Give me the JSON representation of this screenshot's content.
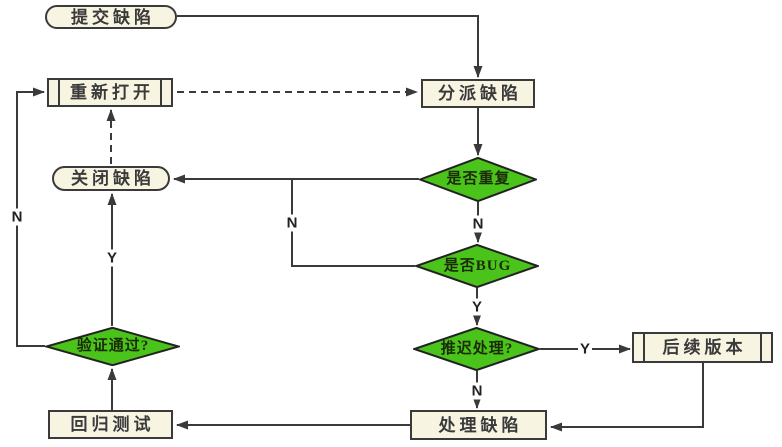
{
  "diagram": {
    "type": "flowchart",
    "title": "defect-lifecycle-workflow",
    "background": "#ffffff",
    "colors": {
      "node_fill": "#f7f4e2",
      "node_border": "#3a3a3a",
      "diamond_fill": "#4ac31b",
      "diamond_border": "#222222",
      "line": "#3a3a3a",
      "text": "#3a3a3a",
      "diamond_text": "#1c2a08"
    },
    "nodes": {
      "submit": {
        "label": "提交缺陷",
        "shape": "stadium"
      },
      "reopen": {
        "label": "重新打开",
        "shape": "subroutine"
      },
      "assign": {
        "label": "分派缺陷",
        "shape": "rect"
      },
      "close": {
        "label": "关闭缺陷",
        "shape": "stadium"
      },
      "is_duplicate": {
        "label": "是否重复",
        "shape": "diamond"
      },
      "is_bug": {
        "label": "是否BUG",
        "shape": "diamond"
      },
      "verify": {
        "label": "验证通过?",
        "shape": "diamond"
      },
      "defer": {
        "label": "推迟处理?",
        "shape": "diamond"
      },
      "future": {
        "label": "后续版本",
        "shape": "subroutine"
      },
      "handle": {
        "label": "处理缺陷",
        "shape": "rect"
      },
      "regression": {
        "label": "回归测试",
        "shape": "rect"
      }
    },
    "edge_labels": {
      "dup_no": "N",
      "bug_no": "N",
      "bug_yes": "Y",
      "defer_yes": "Y",
      "defer_no": "N",
      "verify_yes": "Y",
      "verify_no": "N"
    },
    "edges": [
      {
        "from": "submit",
        "to": "assign",
        "label": "",
        "style": "solid"
      },
      {
        "from": "reopen",
        "to": "assign",
        "label": "",
        "style": "dashed"
      },
      {
        "from": "assign",
        "to": "is_duplicate",
        "label": "",
        "style": "solid"
      },
      {
        "from": "is_duplicate",
        "to": "close",
        "label": "",
        "style": "solid"
      },
      {
        "from": "is_duplicate",
        "to": "is_bug",
        "label": "N",
        "style": "solid"
      },
      {
        "from": "is_bug",
        "to": "close",
        "label": "N",
        "style": "solid"
      },
      {
        "from": "is_bug",
        "to": "defer",
        "label": "Y",
        "style": "solid"
      },
      {
        "from": "defer",
        "to": "future",
        "label": "Y",
        "style": "solid"
      },
      {
        "from": "defer",
        "to": "handle",
        "label": "N",
        "style": "solid"
      },
      {
        "from": "future",
        "to": "handle",
        "label": "",
        "style": "solid"
      },
      {
        "from": "handle",
        "to": "regression",
        "label": "",
        "style": "solid"
      },
      {
        "from": "regression",
        "to": "verify",
        "label": "",
        "style": "solid"
      },
      {
        "from": "verify",
        "to": "close",
        "label": "Y",
        "style": "solid"
      },
      {
        "from": "verify",
        "to": "reopen",
        "label": "N",
        "style": "solid"
      },
      {
        "from": "close",
        "to": "reopen",
        "label": "",
        "style": "dashed"
      }
    ]
  }
}
